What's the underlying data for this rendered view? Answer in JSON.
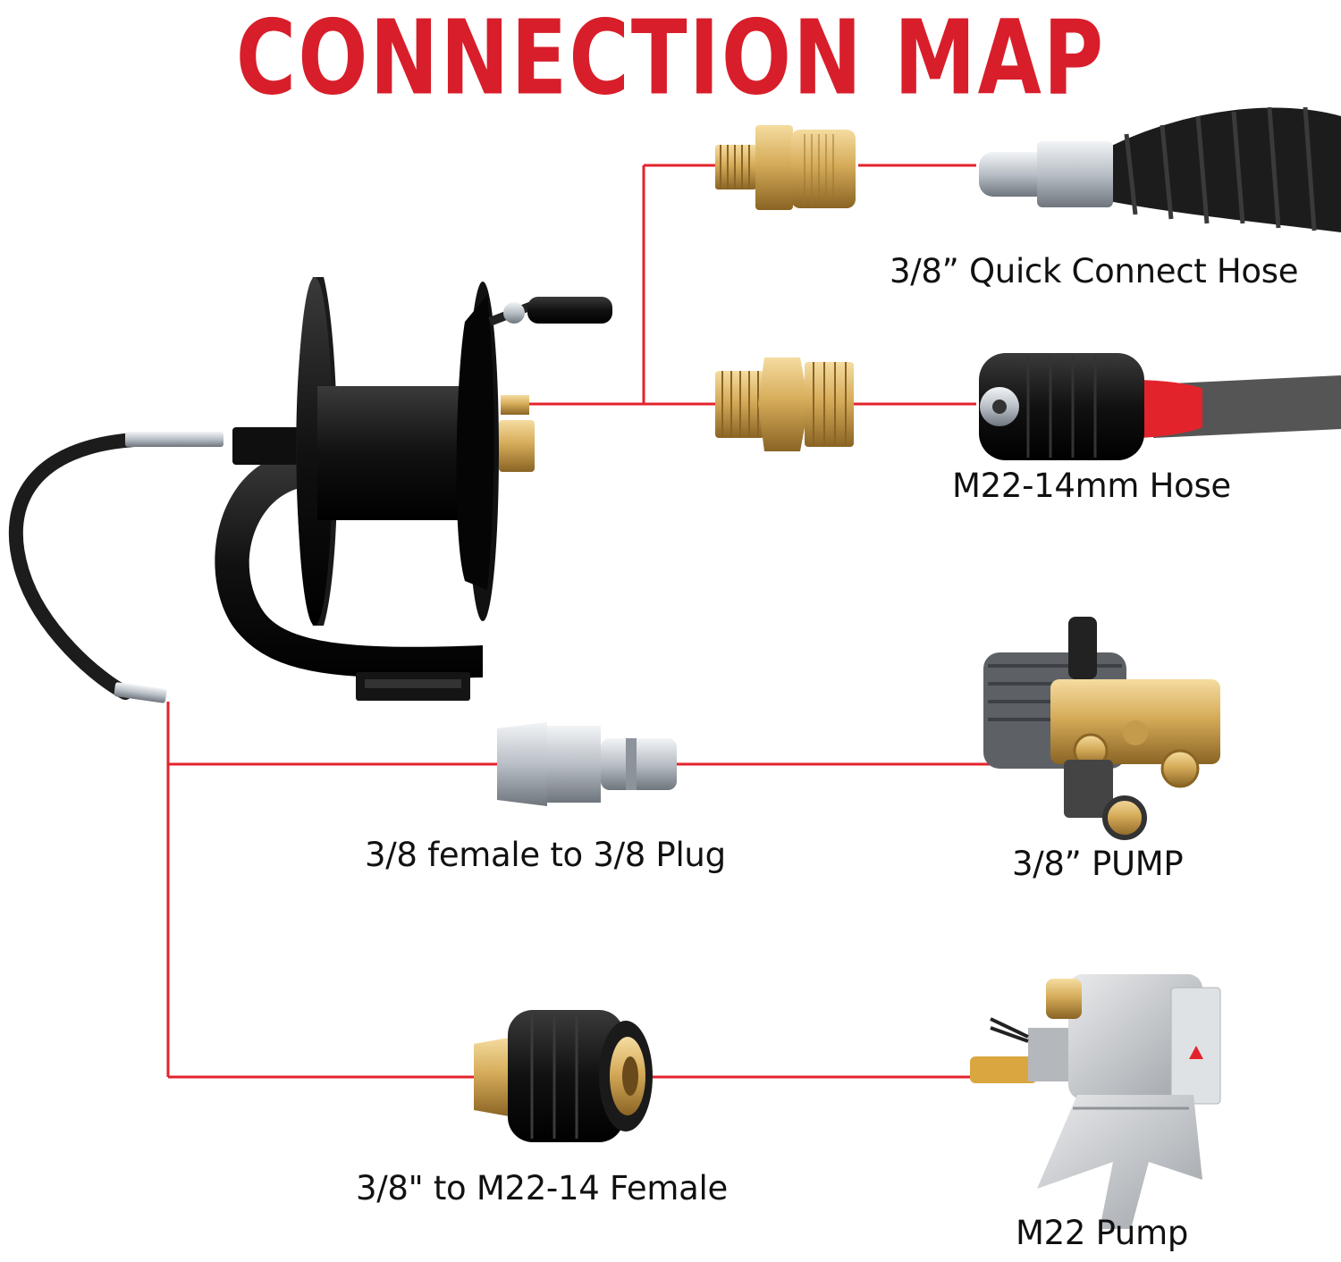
{
  "title": "CONNECTION MAP",
  "labels": {
    "quick_connect_hose": "3/8” Quick Connect Hose",
    "m22_hose": "M22-14mm  Hose",
    "female_plug": "3/8 female to 3/8 Plug",
    "pump_38": "3/8” PUMP",
    "m22_female": "3/8\" to M22-14  Female",
    "m22_pump": "M22 Pump"
  },
  "colors": {
    "title": "#d81e2a",
    "connector_line": "#e3232c",
    "reel": "#111111",
    "brass": "#d6ac5a",
    "steel": "#c8cdd2",
    "hose": "#1c1c1c"
  }
}
